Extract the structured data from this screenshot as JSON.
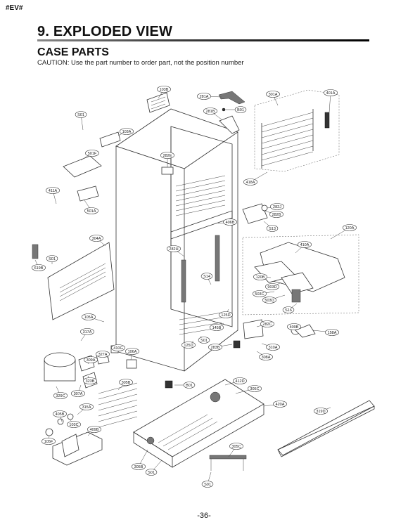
{
  "header": {
    "model_tag": "#EV#",
    "title": "9. EXPLODED VIEW",
    "section": "CASE PARTS",
    "caution_prefix": "CAUTION:",
    "caution_text": "Use the part number to order part, not the position number"
  },
  "callouts": [
    "103B",
    "281A",
    "301A",
    "401A",
    "S01",
    "281B",
    "B01",
    "103A",
    "501F",
    "282E",
    "411A",
    "418A",
    "501A",
    "282J",
    "282B",
    "S13",
    "406B",
    "120A",
    "304A",
    "282H",
    "410A",
    "S01",
    "619B",
    "S14",
    "120B",
    "903D",
    "503C",
    "503D",
    "S16",
    "105A",
    "125D",
    "282C",
    "317A",
    "145B",
    "409B",
    "158A",
    "S01",
    "125D",
    "283B",
    "310A",
    "327A",
    "410G",
    "106A",
    "B01",
    "308A",
    "309A",
    "323B",
    "305B",
    "412D",
    "307A",
    "305C",
    "329C",
    "315A",
    "420A",
    "405B",
    "103C",
    "319D",
    "409B",
    "105F",
    "305C",
    "305B",
    "S01",
    "S01"
  ],
  "footer": {
    "page_number": "-36-"
  }
}
